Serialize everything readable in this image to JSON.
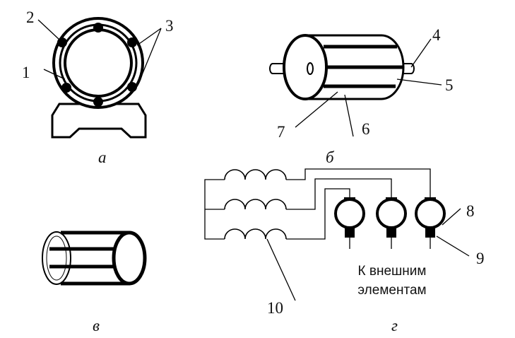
{
  "labels": {
    "n1": "1",
    "n2": "2",
    "n3": "3",
    "n4": "4",
    "n5": "5",
    "n6": "6",
    "n7": "7",
    "n8": "8",
    "n9": "9",
    "n10": "10"
  },
  "captions": {
    "a": "а",
    "b": "б",
    "v": "в",
    "g": "г"
  },
  "external_text": {
    "line1": "К внешним",
    "line2": "элементам"
  }
}
